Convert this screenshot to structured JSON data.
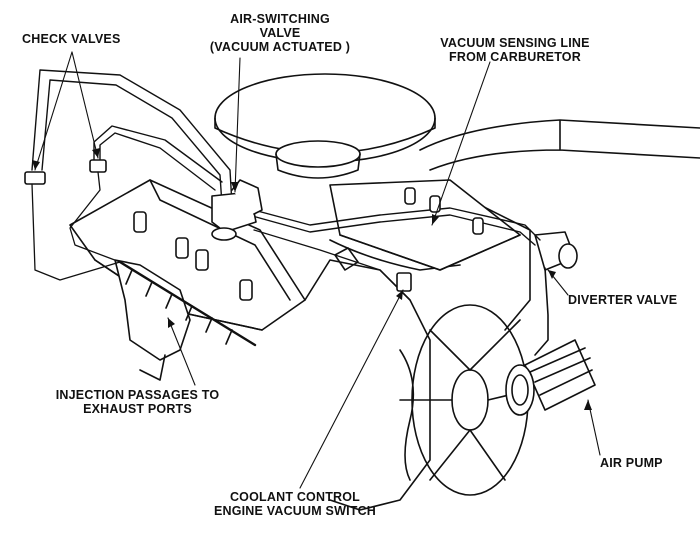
{
  "diagram": {
    "labels": {
      "check_valves": "CHECK VALVES",
      "air_switching_1": "AIR-SWITCHING",
      "air_switching_2": "VALVE",
      "air_switching_3": "(VACUUM ACTUATED )",
      "vacuum_line_1": "VACUUM SENSING LINE",
      "vacuum_line_2": "FROM CARBURETOR",
      "diverter_valve": "DIVERTER VALVE",
      "injection_1": "INJECTION PASSAGES TO",
      "injection_2": "EXHAUST PORTS",
      "air_pump": "AIR PUMP",
      "coolant_1": "COOLANT CONTROL",
      "coolant_2": "ENGINE VACUUM SWITCH"
    },
    "colors": {
      "ink": "#111111",
      "paper": "#ffffff"
    }
  }
}
